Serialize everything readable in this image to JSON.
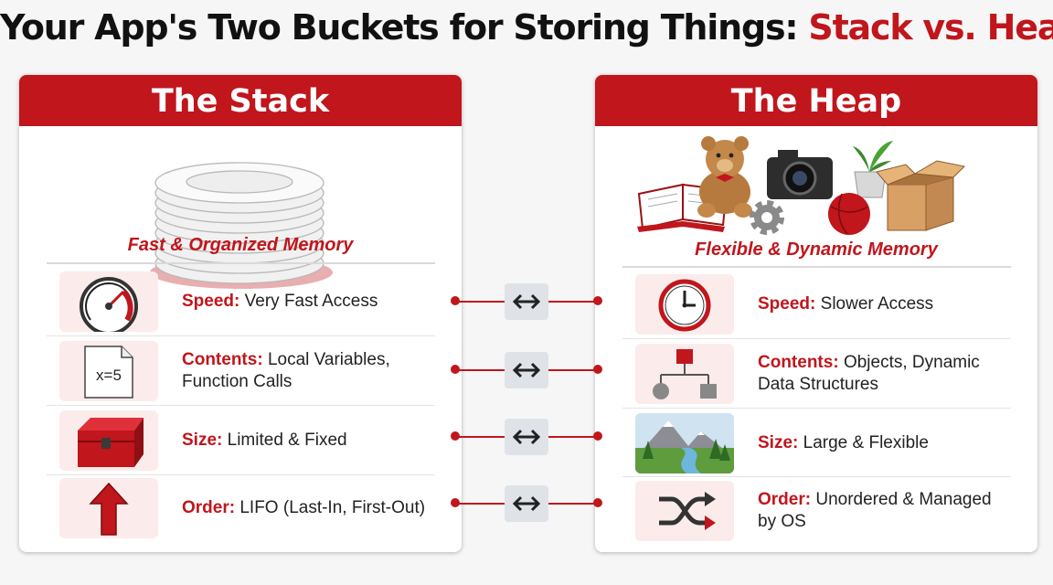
{
  "title": {
    "main": "Your App's Two Buckets for Storing Things: ",
    "accent": "Stack vs. Heap"
  },
  "stack": {
    "heading": "The Stack",
    "subtitle": "Fast & Organized Memory",
    "rows": [
      {
        "label": "Speed:",
        "text": "Very Fast Access",
        "icon": "speedometer-icon"
      },
      {
        "label": "Contents:",
        "text": "Local Variables, Function Calls",
        "icon": "file-icon",
        "icon_text": "x=5"
      },
      {
        "label": "Size:",
        "text": "Limited & Fixed",
        "icon": "chest-icon"
      },
      {
        "label": "Order:",
        "text": "LIFO (Last-In, First-Out)",
        "icon": "up-arrow-icon"
      }
    ]
  },
  "heap": {
    "heading": "The Heap",
    "subtitle": "Flexible & Dynamic Memory",
    "rows": [
      {
        "label": "Speed:",
        "text": "Slower Access",
        "icon": "clock-icon"
      },
      {
        "label": "Contents:",
        "text": "Objects, Dynamic Data Structures",
        "icon": "tree-diagram-icon"
      },
      {
        "label": "Size:",
        "text": "Large & Flexible",
        "icon": "landscape-icon"
      },
      {
        "label": "Order:",
        "text": "Unordered & Managed by OS",
        "icon": "shuffle-icon"
      }
    ]
  },
  "colors": {
    "accent": "#c0161c",
    "icon_bg": "#fbeceb",
    "connector_button": "#dfe3e8"
  }
}
